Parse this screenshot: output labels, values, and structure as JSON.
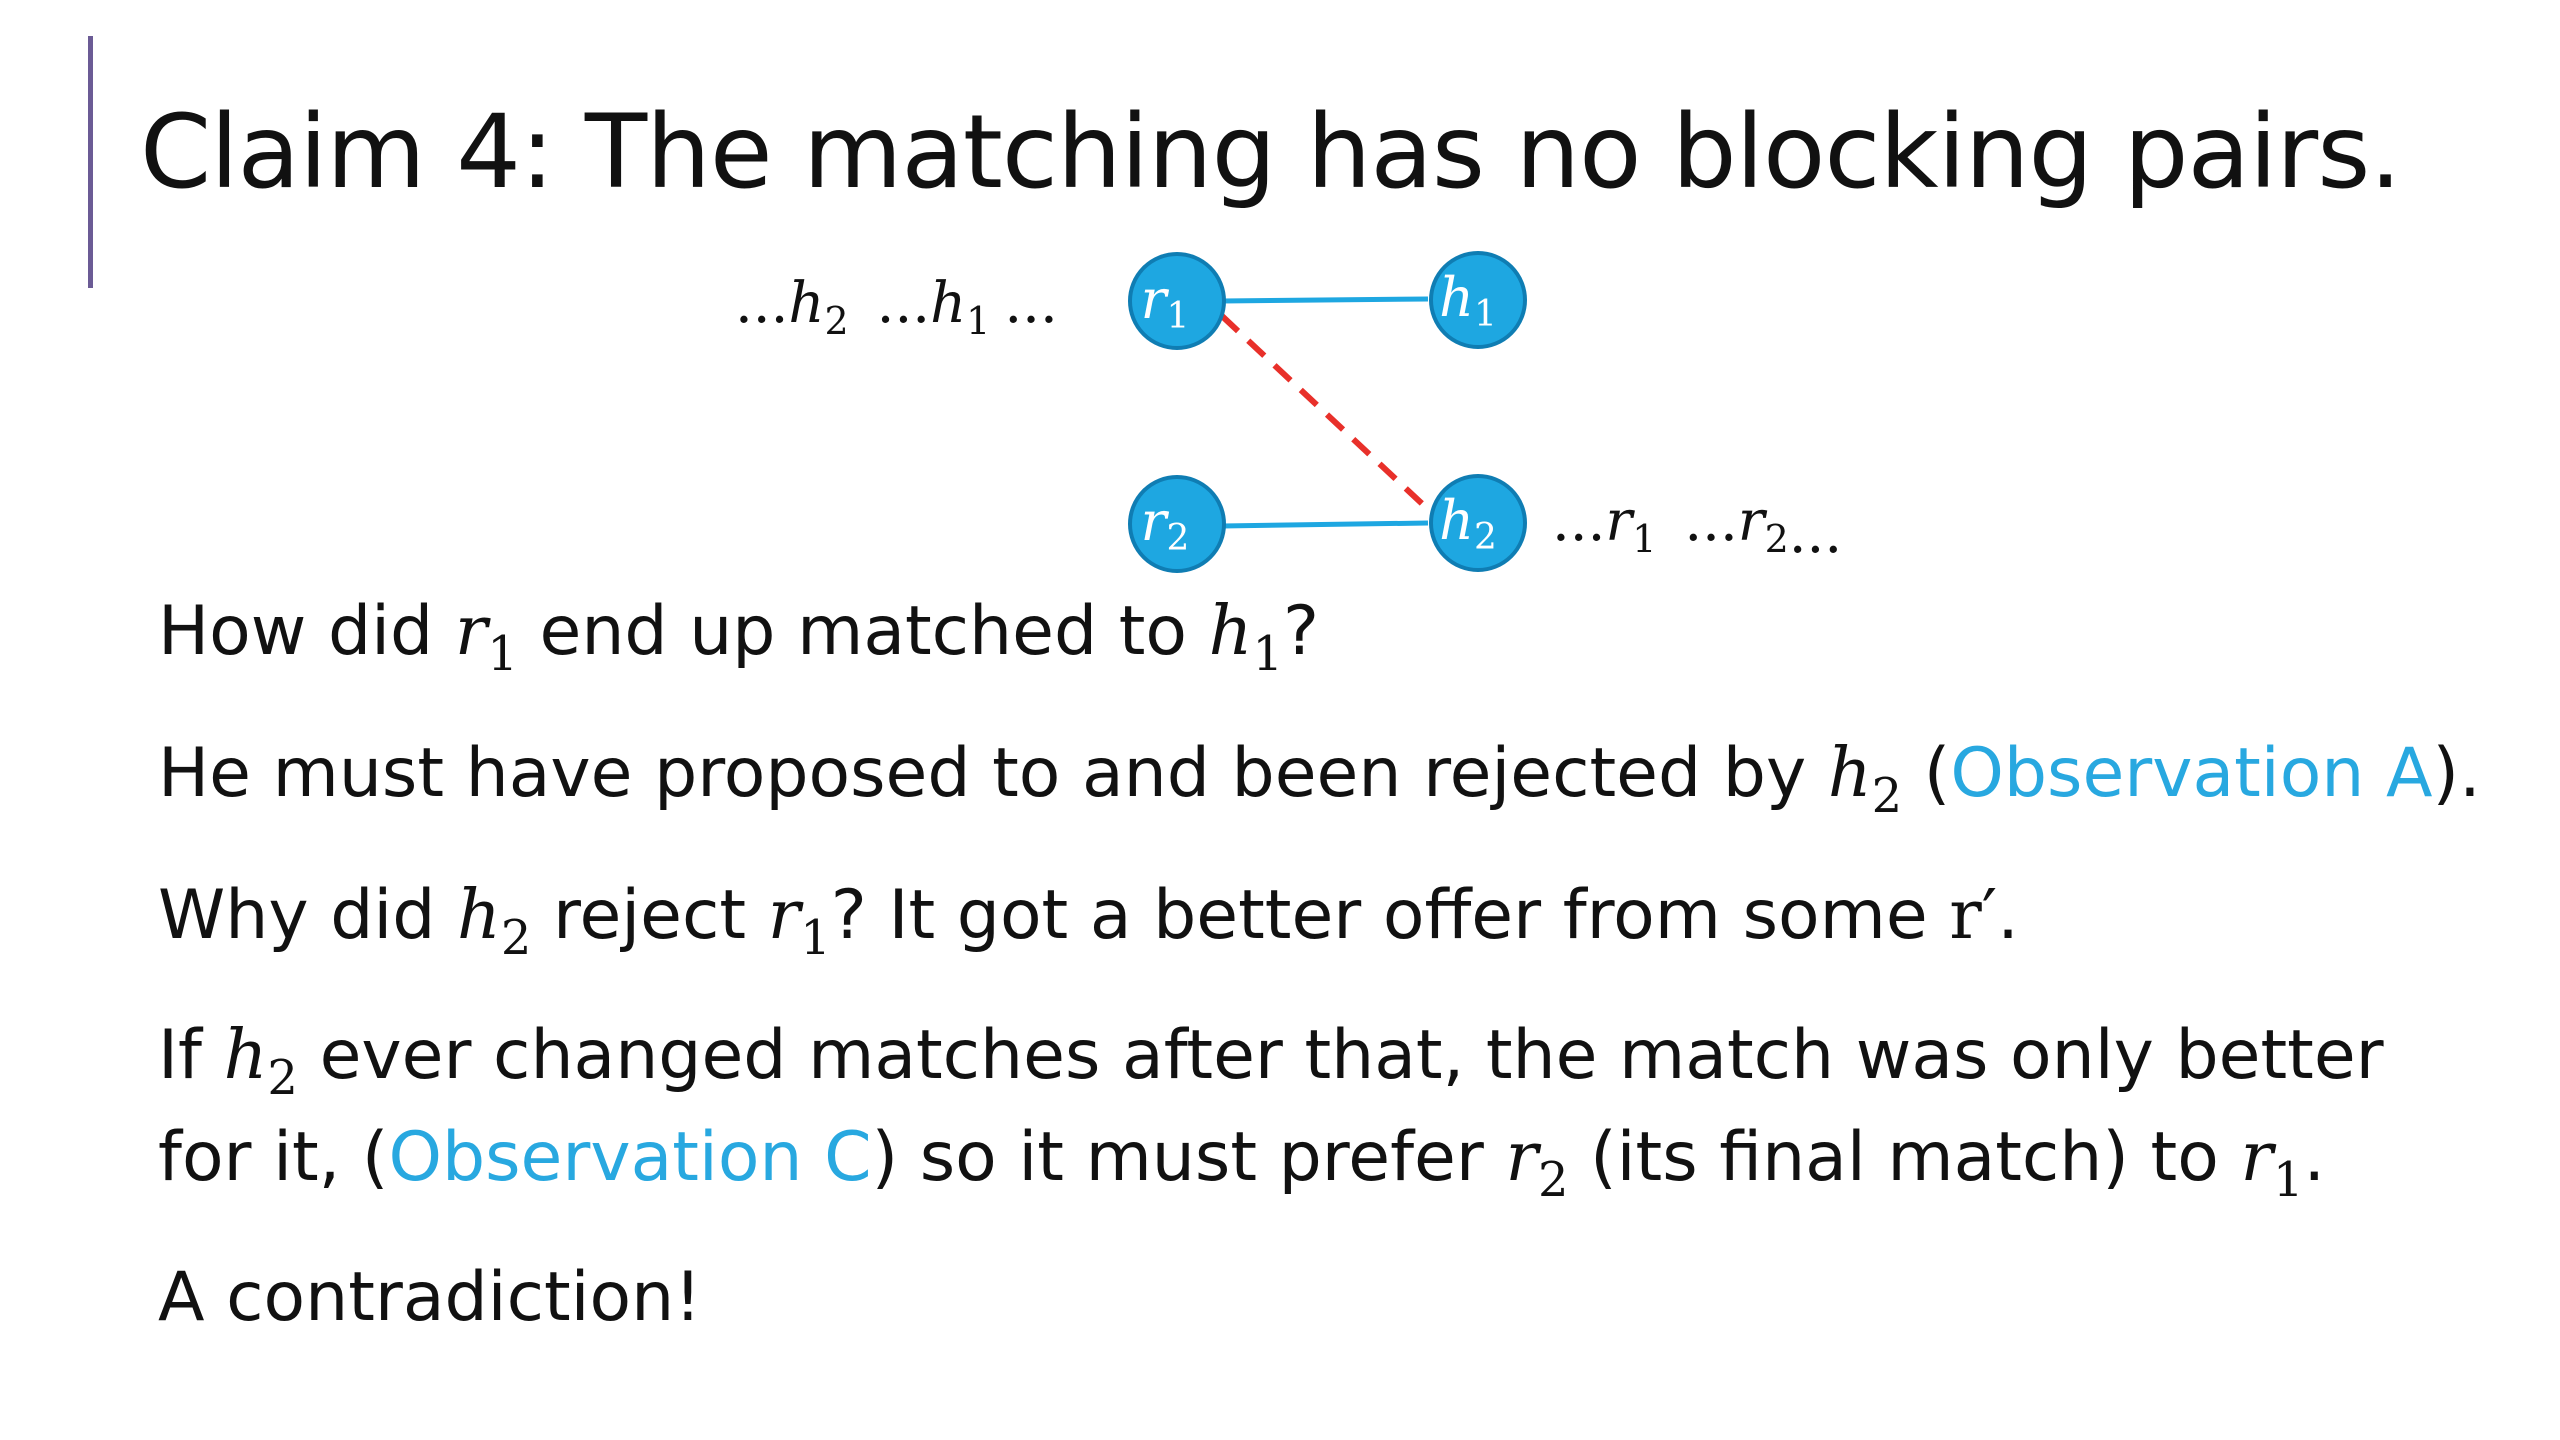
{
  "title": "Claim 4: The matching has no blocking pairs.",
  "colors": {
    "accent_bar": "#6b5b95",
    "node_fill": "#1ea7e1",
    "node_stroke": "#0f7db3",
    "edge": "#1ea7e1",
    "blocking_edge": "#e8302a",
    "link": "#28a8e0"
  },
  "diagram": {
    "nodes": {
      "r1": {
        "var": "r",
        "sub": "1"
      },
      "h1": {
        "var": "h",
        "sub": "1"
      },
      "r2": {
        "var": "r",
        "sub": "2"
      },
      "h2": {
        "var": "h",
        "sub": "2"
      }
    },
    "edges": [
      {
        "from": "r1",
        "to": "h1",
        "style": "solid"
      },
      {
        "from": "r2",
        "to": "h2",
        "style": "solid"
      },
      {
        "from": "r1",
        "to": "h2",
        "style": "dashed"
      }
    ],
    "r1_preference": {
      "dots": "...",
      "a_var": "h",
      "a_sub": "2",
      "b_var": "h",
      "b_sub": "1"
    },
    "h2_preference": {
      "dots": "...",
      "a_var": "r",
      "a_sub": "1",
      "b_var": "r",
      "b_sub": "2"
    }
  },
  "body": {
    "p1": {
      "a": "How did ",
      "b": " end up matched to ",
      "c": "?"
    },
    "p2": {
      "a": "He must have proposed to and been rejected by ",
      "b": " (",
      "link": "Observation A",
      "c": ")."
    },
    "p3": {
      "a": "Why did ",
      "b": " reject ",
      "c": "? It got a better offer from some ",
      "rprime": "r′",
      "d": "."
    },
    "p4": {
      "a": "If ",
      "b": " ever changed matches after that, the match was only better for it, (",
      "link": "Observation C",
      "c": ") so it must prefer ",
      "d": " (its final match) to ",
      "e": "."
    },
    "p5": {
      "a": "A contradiction!"
    },
    "math": {
      "r": "r",
      "h": "h",
      "s1": "1",
      "s2": "2"
    }
  }
}
